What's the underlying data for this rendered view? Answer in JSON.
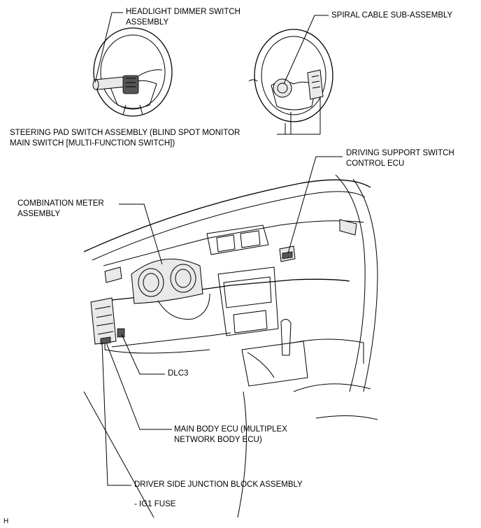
{
  "labels": {
    "headlight_dimmer": [
      "HEADLIGHT DIMMER SWITCH",
      "ASSEMBLY"
    ],
    "spiral_cable": [
      "SPIRAL CABLE SUB-ASSEMBLY"
    ],
    "steering_pad": [
      "STEERING PAD SWITCH ASSEMBLY (BLIND SPOT MONITOR",
      "MAIN SWITCH [MULTI-FUNCTION SWITCH])"
    ],
    "driving_support": [
      "DRIVING SUPPORT SWITCH",
      "CONTROL ECU"
    ],
    "combination_meter": [
      "COMBINATION METER",
      "ASSEMBLY"
    ],
    "dlc3": [
      "DLC3"
    ],
    "main_body_ecu": [
      "MAIN BODY ECU (MULTIPLEX",
      "NETWORK BODY ECU)"
    ],
    "junction_block": [
      "DRIVER SIDE JUNCTION BLOCK ASSEMBLY"
    ],
    "ig1_fuse": [
      "- IG1 FUSE"
    ],
    "corner_code": "H"
  }
}
